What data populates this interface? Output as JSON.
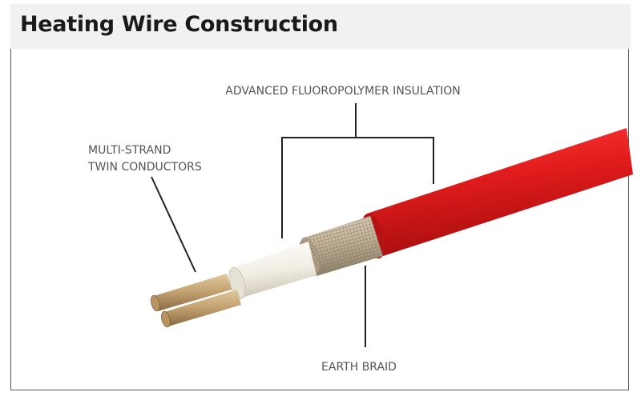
{
  "title": "Heating Wire Construction",
  "labels": {
    "insulation": "ADVANCED FLUOROPOLYMER INSULATION",
    "conductors_line1": "MULTI-STRAND",
    "conductors_line2": "TWIN CONDUCTORS",
    "earth_braid": "EARTH BRAID"
  },
  "colors": {
    "jacket": "#e02020",
    "insulation": "#f4f1ea",
    "braid": "#c8b89e",
    "conductor": "#c9a878",
    "leader_line": "#222222",
    "label_text": "#555555"
  }
}
